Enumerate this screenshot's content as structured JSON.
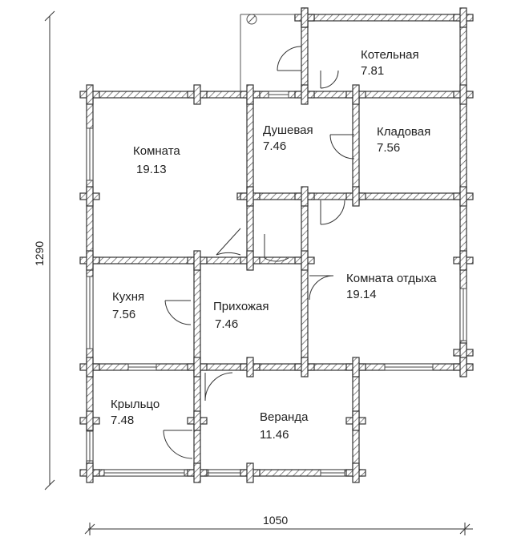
{
  "rooms": [
    {
      "id": "boiler",
      "name": "Котельная",
      "area": "7.81"
    },
    {
      "id": "shower",
      "name": "Душевая",
      "area": "7.46"
    },
    {
      "id": "pantry",
      "name": "Кладовая",
      "area": "7.56"
    },
    {
      "id": "room",
      "name": "Комната",
      "area": "19.13"
    },
    {
      "id": "kitchen",
      "name": "Кухня",
      "area": "7.56"
    },
    {
      "id": "hall",
      "name": "Прихожая",
      "area": "7.46"
    },
    {
      "id": "lounge",
      "name": "Комната отдыха",
      "area": "19.14"
    },
    {
      "id": "porch",
      "name": "Крыльцо",
      "area": "7.48"
    },
    {
      "id": "veranda",
      "name": "Веранда",
      "area": "11.46"
    }
  ],
  "dimensions": {
    "height": "1290",
    "width": "1050"
  }
}
